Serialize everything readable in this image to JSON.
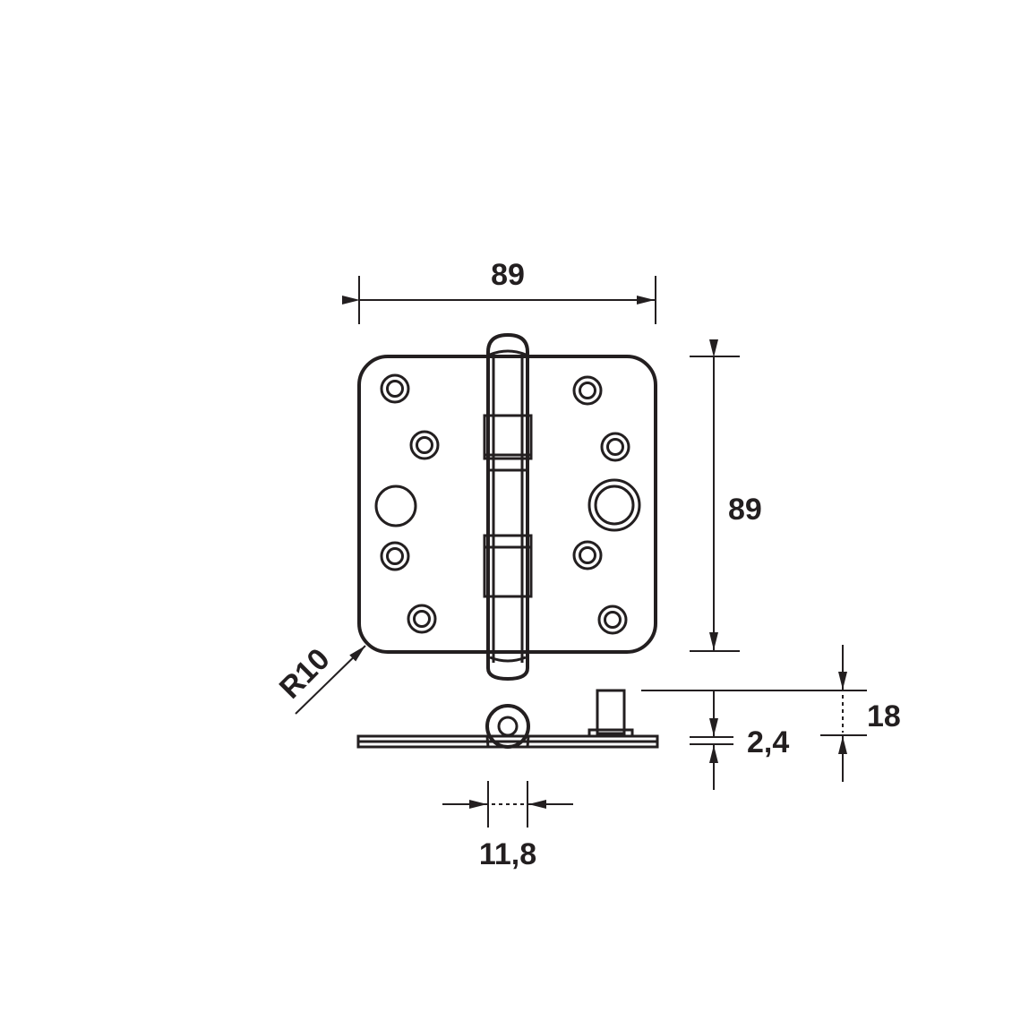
{
  "dimensions": {
    "width": "89",
    "height": "89",
    "radius": "R10",
    "leaf_thickness": "2,4",
    "knuckle_height": "18",
    "pin_diameter": "11,8"
  },
  "colors": {
    "line": "#231f20",
    "background": "#ffffff"
  }
}
